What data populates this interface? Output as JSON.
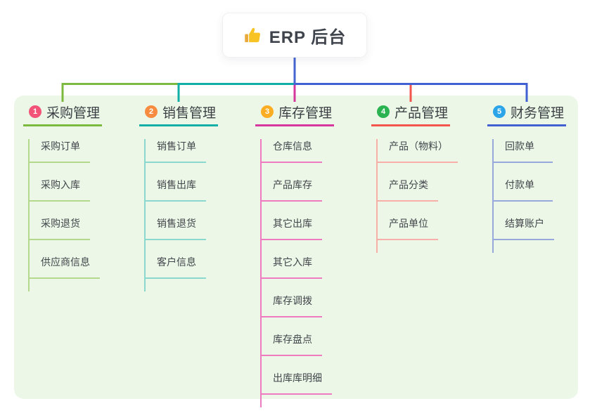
{
  "root": {
    "label": "ERP 后台",
    "icon": "thumbs-up-icon"
  },
  "colors": {
    "canvas_bg": "#ffffff",
    "panel_bg": "#ECF7E8",
    "root_connector": "#4565D0",
    "root_text": "#3F444C",
    "topic_text": "#3C4045",
    "child_text": "#42464B"
  },
  "branches": [
    {
      "number": "1",
      "title": "采购管理",
      "badge_color": "#F25377",
      "line_color": "#7CBA3F",
      "light_color": "#B5D98C",
      "children": [
        "采购订单",
        "采购入库",
        "采购退货",
        "供应商信息"
      ]
    },
    {
      "number": "2",
      "title": "销售管理",
      "badge_color": "#F78C40",
      "line_color": "#12AFA7",
      "light_color": "#8BD8CE",
      "children": [
        "销售订单",
        "销售出库",
        "销售退货",
        "客户信息"
      ]
    },
    {
      "number": "3",
      "title": "库存管理",
      "badge_color": "#FBAE24",
      "line_color": "#D5379E",
      "light_color": "#ED7BC0",
      "children": [
        "仓库信息",
        "产品库存",
        "其它出库",
        "其它入库",
        "库存调拨",
        "库存盘点",
        "出库库明细"
      ]
    },
    {
      "number": "4",
      "title": "产品管理",
      "badge_color": "#2CB351",
      "line_color": "#F2564D",
      "light_color": "#F8AFA9",
      "children": [
        "产品（物料）",
        "产品分类",
        "产品单位"
      ]
    },
    {
      "number": "5",
      "title": "财务管理",
      "badge_color": "#2BA4E8",
      "line_color": "#4161D2",
      "light_color": "#97A8DC",
      "children": [
        "回款单",
        "付款单",
        "结算账户"
      ]
    }
  ]
}
